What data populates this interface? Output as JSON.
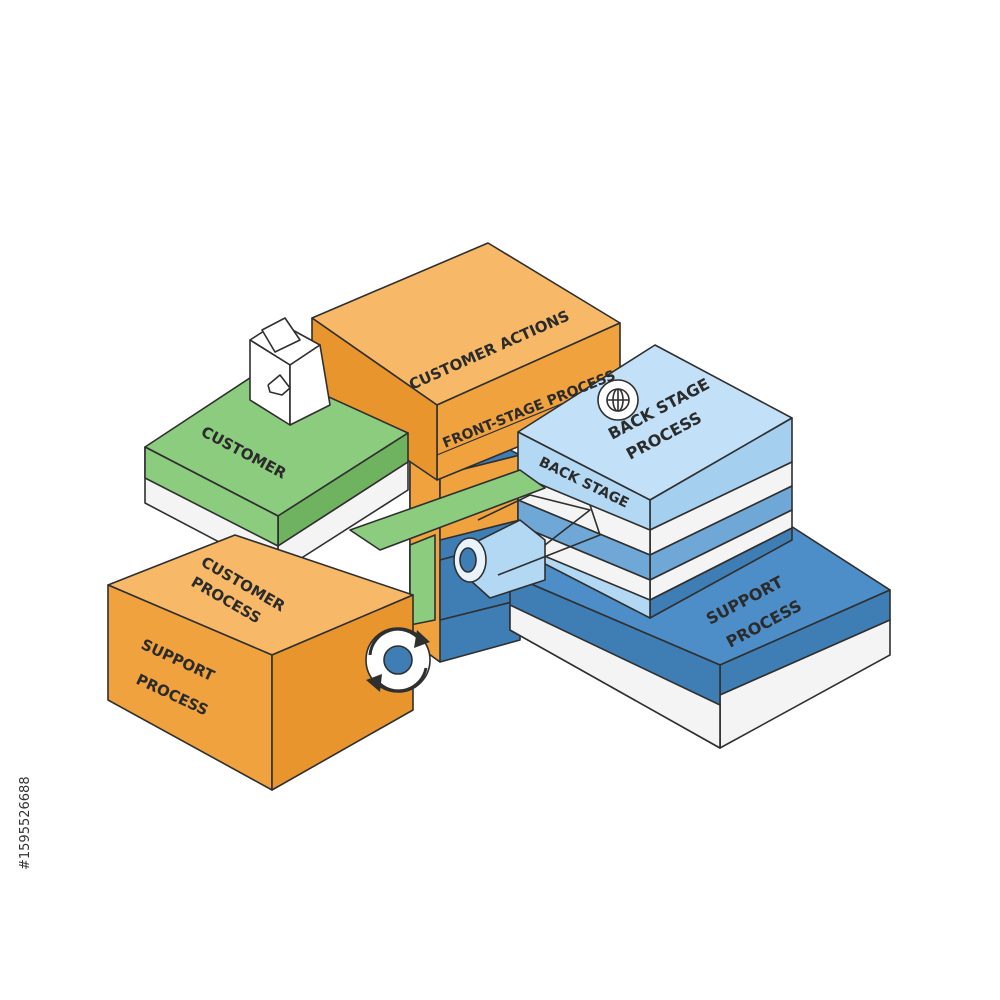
{
  "blocks": {
    "customer": "CUSTOMER",
    "customer_actions": "CUSTOMER ACTIONS",
    "front_stage_process": "FRONT-STAGE PROCESS",
    "back_stage_process_line1": "BACK STAGE",
    "back_stage_process_line2": "PROCESS",
    "back_stage": "BACK STAGE",
    "customer_process_line1": "CUSTOMER",
    "customer_process_line2": "PROCESS",
    "support_process_left_line1": "SUPPORT",
    "support_process_left_line2": "PROCESS",
    "support_process_right_line1": "SUPPORT",
    "support_process_right_line2": "PROCESS"
  },
  "stock_id": "#1595526688",
  "colors": {
    "orange_top": "#f7b968",
    "orange_side": "#f0a23e",
    "green_top": "#8ccc7e",
    "blue_light": "#b3d8f4",
    "blue_mid": "#6fa8d6",
    "blue_dark": "#3f7db5",
    "white_layer": "#f4f4f4",
    "outline": "#2f2f2f"
  },
  "icons": [
    "box-icon",
    "globe-icon",
    "refresh-icon",
    "pipe-connector-icon"
  ]
}
